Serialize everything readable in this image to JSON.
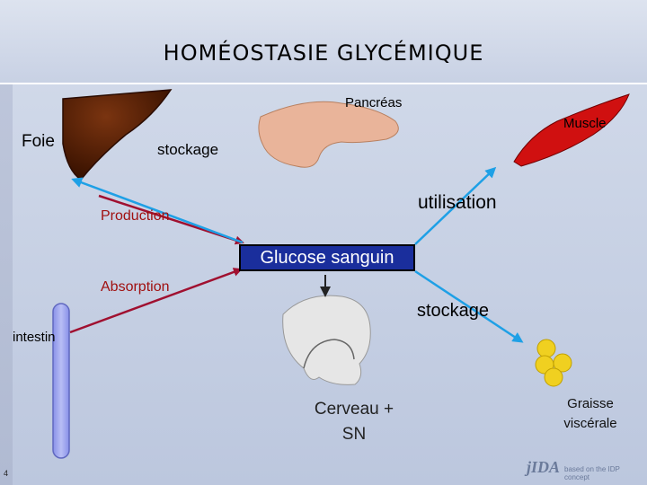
{
  "title": "HOMÉOSTASIE GLYCÉMIQUE",
  "organs": {
    "liver": "Foie",
    "pancreas": "Pancréas",
    "muscle": "Muscle",
    "intestine": "intestin",
    "brain": "Cerveau + SN",
    "fat": "Graisse viscérale"
  },
  "center": "Glucose sanguin",
  "arrows": {
    "liver_storage": "stockage",
    "production": "Production",
    "absorption": "Absorption",
    "utilisation": "utilisation",
    "fat_storage": "stockage"
  },
  "footer": {
    "page_number": "4",
    "logo_text": "jIDA",
    "logo_tagline": "based on the IDP concept"
  },
  "colors": {
    "arrow_red": "#a01030",
    "arrow_blue": "#1ea0e6",
    "glucose_box": "#1a2e9c"
  }
}
